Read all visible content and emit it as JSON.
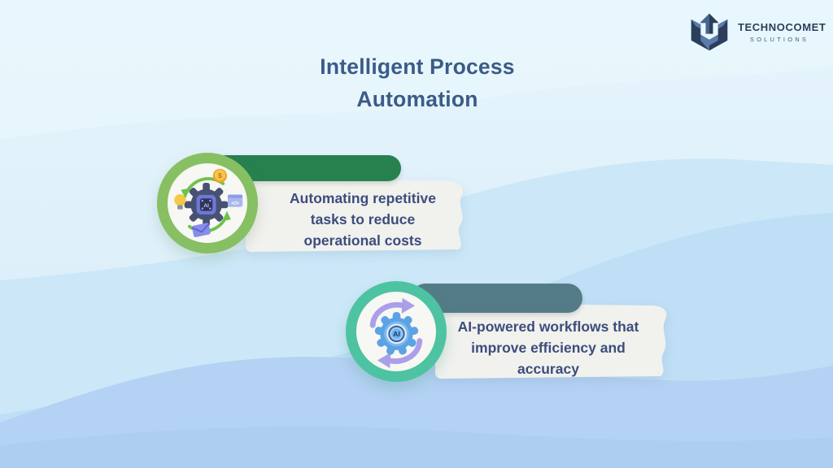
{
  "brand": {
    "name": "TECHNOCOMET",
    "tagline": "SOLUTIONS"
  },
  "title": {
    "lines": [
      "Intelligent Process",
      "Automation"
    ]
  },
  "cards": [
    {
      "lines": [
        "Automating repetitive",
        "tasks to reduce",
        "operational costs"
      ],
      "bar_color": "#27814e",
      "ring_color": "#87bf63",
      "icon": "process-automation-cycle-icon",
      "icon_glyphs": {
        "chip_label": "AI",
        "coin_symbol": "$",
        "code_symbol": "</>"
      }
    },
    {
      "lines": [
        "AI-powered workflows that",
        "improve efficiency and",
        "accuracy"
      ],
      "bar_color": "#547c86",
      "ring_color": "#4ec3a2",
      "icon": "ai-gear-refresh-icon",
      "icon_glyphs": {
        "badge_label": "AI"
      }
    }
  ],
  "colors": {
    "background_top": "#e7f5fc",
    "wave_1": "#cce8f8",
    "wave_2": "#bfdff6",
    "wave_3": "#b4d2f3",
    "wave_4": "#aaccf0",
    "title_text": "#3b5b87",
    "card_text": "#3c4d7c",
    "card_background": "#f1f1ee",
    "logo_navy": "#2c3e5c"
  }
}
